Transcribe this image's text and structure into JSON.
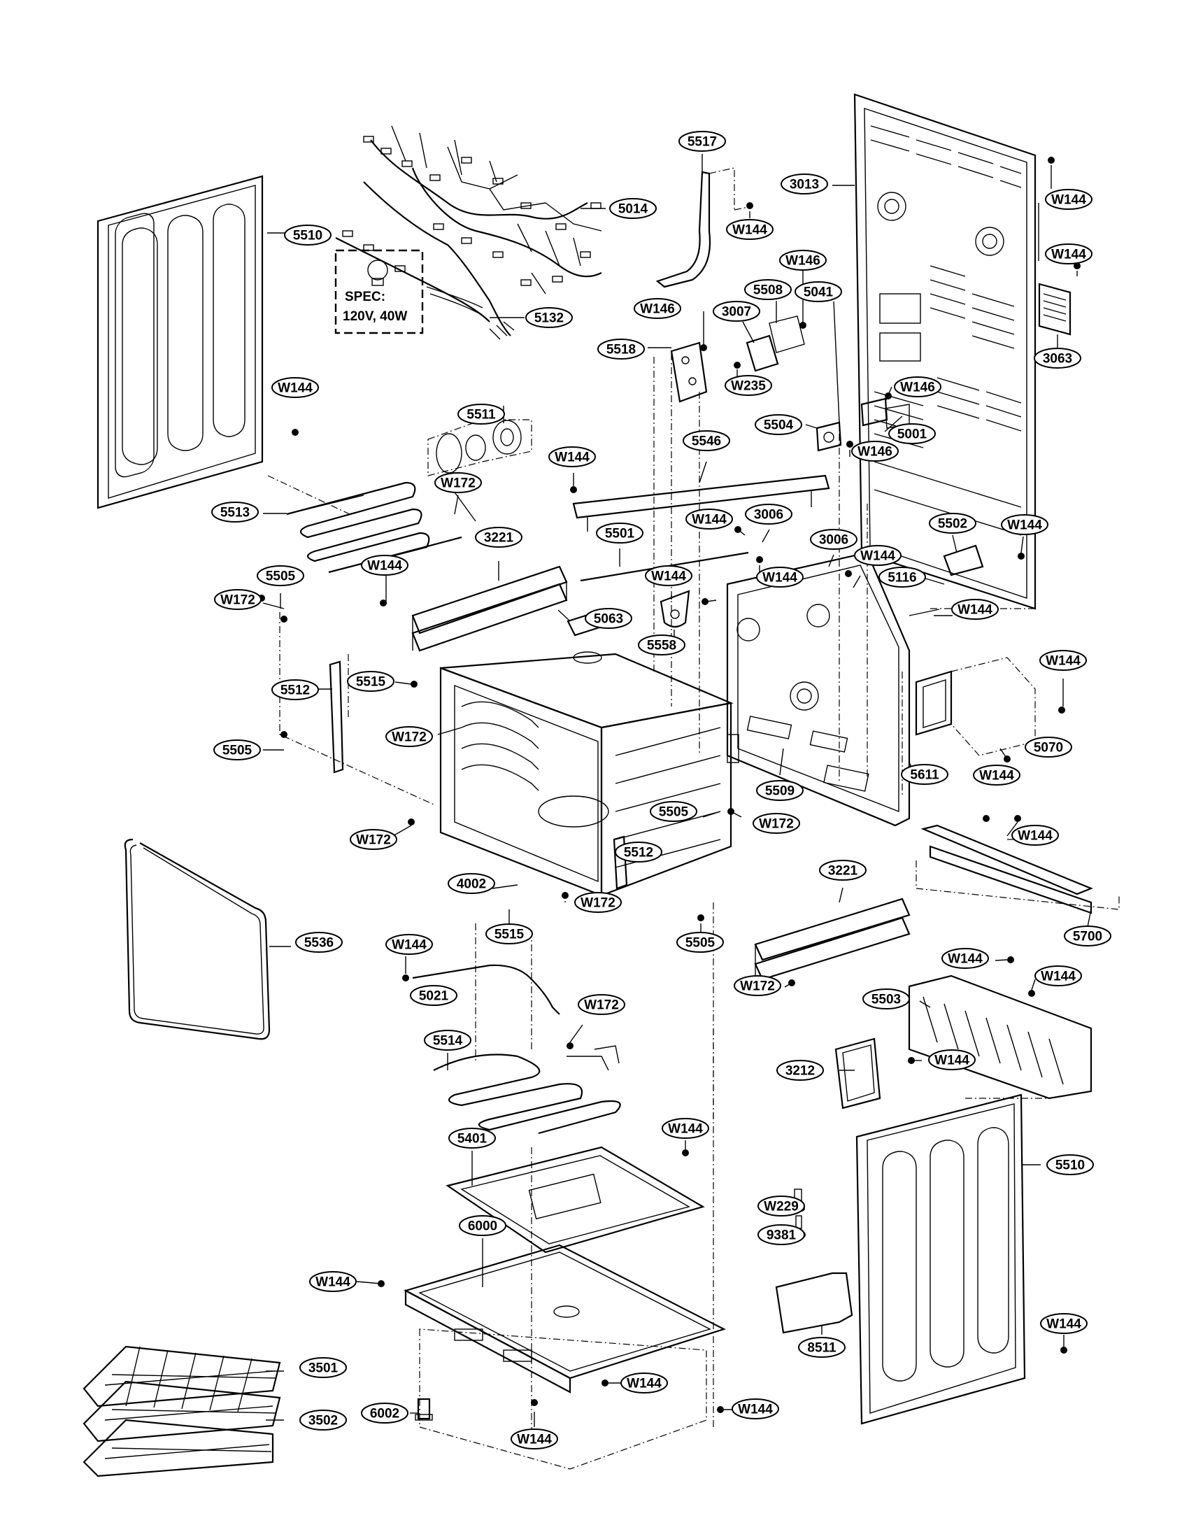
{
  "spec_box": {
    "title": "SPEC:",
    "value": "120V, 40W"
  },
  "callouts": [
    {
      "id": "c5517a",
      "label": "5517"
    },
    {
      "id": "c3013",
      "label": "3013"
    },
    {
      "id": "cW144a",
      "label": "W144"
    },
    {
      "id": "c5014",
      "label": "5014"
    },
    {
      "id": "cW144b",
      "label": "W144"
    },
    {
      "id": "c5510a",
      "label": "5510"
    },
    {
      "id": "cW146a",
      "label": "W146"
    },
    {
      "id": "cW144c",
      "label": "W144"
    },
    {
      "id": "c5508",
      "label": "5508"
    },
    {
      "id": "cW146b",
      "label": "W146"
    },
    {
      "id": "c3007",
      "label": "3007"
    },
    {
      "id": "c5132",
      "label": "5132"
    },
    {
      "id": "c3063",
      "label": "3063"
    },
    {
      "id": "c5518",
      "label": "5518"
    },
    {
      "id": "cW235",
      "label": "W235"
    },
    {
      "id": "c5041",
      "label": "5041"
    },
    {
      "id": "cW144d",
      "label": "W144"
    },
    {
      "id": "cW146c",
      "label": "W146"
    },
    {
      "id": "c5511",
      "label": "5511"
    },
    {
      "id": "c5504",
      "label": "5504"
    },
    {
      "id": "c5001",
      "label": "5001"
    },
    {
      "id": "cW146d",
      "label": "W146"
    },
    {
      "id": "c5546",
      "label": "5546"
    },
    {
      "id": "cW144e",
      "label": "W144"
    },
    {
      "id": "cW172a",
      "label": "W172"
    },
    {
      "id": "c5513",
      "label": "5513"
    },
    {
      "id": "cW144f",
      "label": "W144"
    },
    {
      "id": "c3006a",
      "label": "3006"
    },
    {
      "id": "c3221a",
      "label": "3221"
    },
    {
      "id": "c5501",
      "label": "5501"
    },
    {
      "id": "c3006b",
      "label": "3006"
    },
    {
      "id": "c5502",
      "label": "5502"
    },
    {
      "id": "cW144g",
      "label": "W144"
    },
    {
      "id": "c5505a",
      "label": "5505"
    },
    {
      "id": "cW144h",
      "label": "W144"
    },
    {
      "id": "cW144i",
      "label": "W144"
    },
    {
      "id": "cW144j",
      "label": "W144"
    },
    {
      "id": "cW144k",
      "label": "W144"
    },
    {
      "id": "cW172b",
      "label": "W172"
    },
    {
      "id": "c5063",
      "label": "5063"
    },
    {
      "id": "c5116",
      "label": "5116"
    },
    {
      "id": "cW144l",
      "label": "W144"
    },
    {
      "id": "c5558",
      "label": "5558"
    },
    {
      "id": "cW144m",
      "label": "W144"
    },
    {
      "id": "c5512a",
      "label": "5512"
    },
    {
      "id": "c5515a",
      "label": "5515"
    },
    {
      "id": "cW172c",
      "label": "W172"
    },
    {
      "id": "c5505b",
      "label": "5505"
    },
    {
      "id": "cW144n",
      "label": "W144"
    },
    {
      "id": "c5070",
      "label": "5070"
    },
    {
      "id": "c5611",
      "label": "5611"
    },
    {
      "id": "c5509",
      "label": "5509"
    },
    {
      "id": "c5505c",
      "label": "5505"
    },
    {
      "id": "cW172d",
      "label": "W172"
    },
    {
      "id": "cW172e",
      "label": "W172"
    },
    {
      "id": "cW144o",
      "label": "W144"
    },
    {
      "id": "c5512b",
      "label": "5512"
    },
    {
      "id": "c4002",
      "label": "4002"
    },
    {
      "id": "cW172f",
      "label": "W172"
    },
    {
      "id": "c3221b",
      "label": "3221"
    },
    {
      "id": "c5515b",
      "label": "5515"
    },
    {
      "id": "c5505d",
      "label": "5505"
    },
    {
      "id": "c5700",
      "label": "5700"
    },
    {
      "id": "c5536",
      "label": "5536"
    },
    {
      "id": "cW144p",
      "label": "W144"
    },
    {
      "id": "cW144q",
      "label": "W144"
    },
    {
      "id": "cW144r",
      "label": "W144"
    },
    {
      "id": "cW172g",
      "label": "W172"
    },
    {
      "id": "c5021",
      "label": "5021"
    },
    {
      "id": "cW172h",
      "label": "W172"
    },
    {
      "id": "c5503",
      "label": "5503"
    },
    {
      "id": "c5514",
      "label": "5514"
    },
    {
      "id": "c3212",
      "label": "3212"
    },
    {
      "id": "cW144s",
      "label": "W144"
    },
    {
      "id": "cW144t",
      "label": "W144"
    },
    {
      "id": "c5401",
      "label": "5401"
    },
    {
      "id": "c5510b",
      "label": "5510"
    },
    {
      "id": "cW229",
      "label": "W229"
    },
    {
      "id": "c6000",
      "label": "6000"
    },
    {
      "id": "c9381",
      "label": "9381"
    },
    {
      "id": "cW144u",
      "label": "W144"
    },
    {
      "id": "cW144v",
      "label": "W144"
    },
    {
      "id": "c8511",
      "label": "8511"
    },
    {
      "id": "c3501",
      "label": "3501"
    },
    {
      "id": "cW144w",
      "label": "W144"
    },
    {
      "id": "c6002",
      "label": "6002"
    },
    {
      "id": "c3502",
      "label": "3502"
    },
    {
      "id": "cW144x",
      "label": "W144"
    },
    {
      "id": "cW144y",
      "label": "W144"
    }
  ]
}
